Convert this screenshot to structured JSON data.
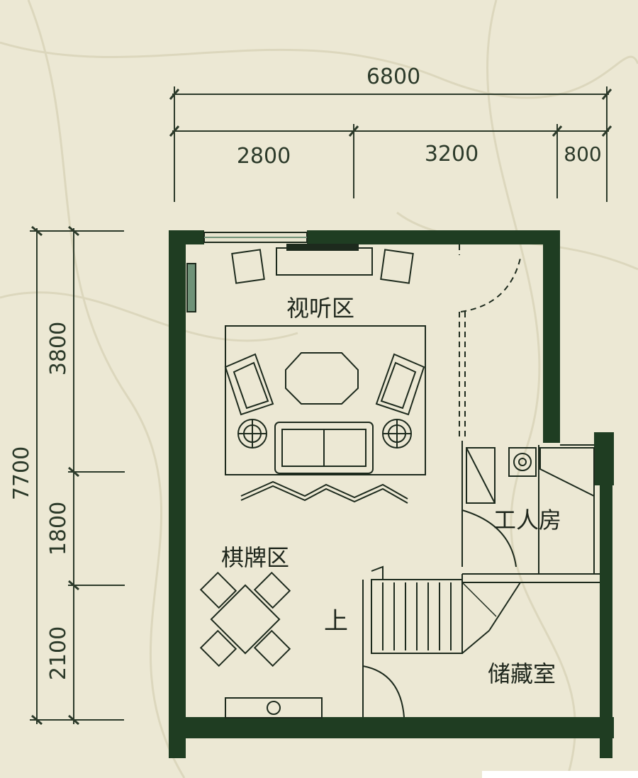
{
  "dimensions": {
    "top_total": "6800",
    "top_segments": [
      "2800",
      "3200",
      "800"
    ],
    "left_total": "7700",
    "left_segments": [
      "3800",
      "1800",
      "2100"
    ]
  },
  "rooms": {
    "av_area": "视听区",
    "chess_area": "棋牌区",
    "maid_room": "工人房",
    "storage": "储藏室",
    "stair_up": "上"
  },
  "colors": {
    "background": "#ece8d4",
    "wall": "#1f3d22",
    "line": "#1d2a1d",
    "window": "#6f9278"
  }
}
